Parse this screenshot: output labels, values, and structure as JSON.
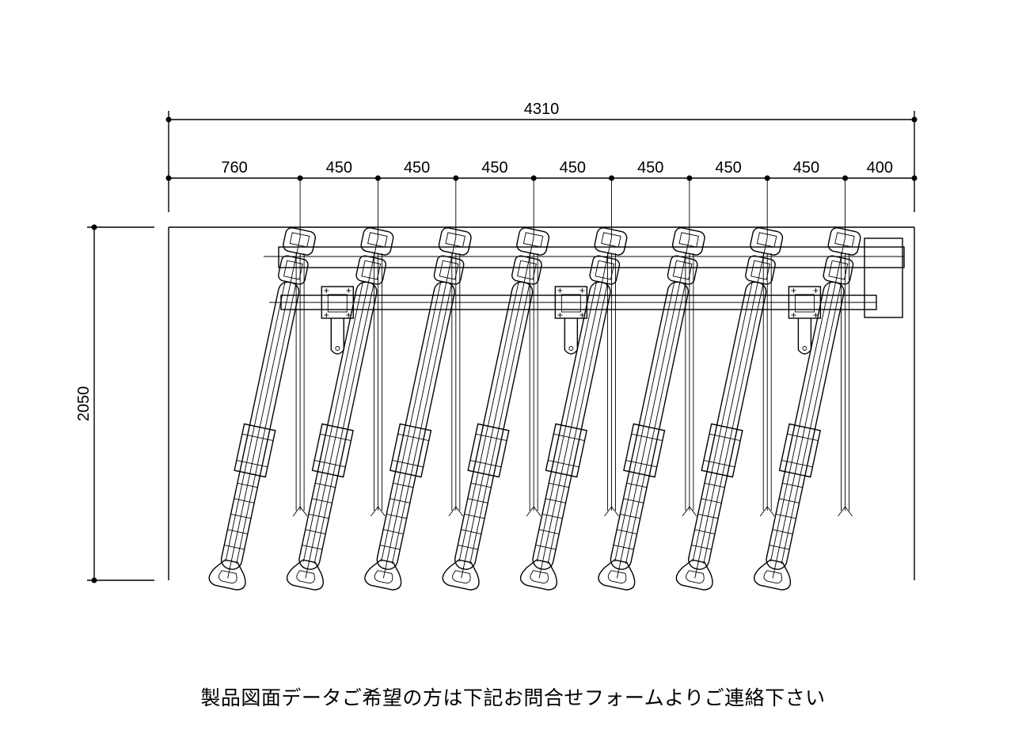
{
  "dimensions": {
    "total_width": "4310",
    "segments": [
      "760",
      "450",
      "450",
      "450",
      "450",
      "450",
      "450",
      "450",
      "400"
    ],
    "height": "2050"
  },
  "rack": {
    "slot_count": 8,
    "bracket_slots": [
      1,
      4,
      7
    ]
  },
  "caption": "製品図面データご希望の方は下記お問合せフォームよりご連絡下さい"
}
